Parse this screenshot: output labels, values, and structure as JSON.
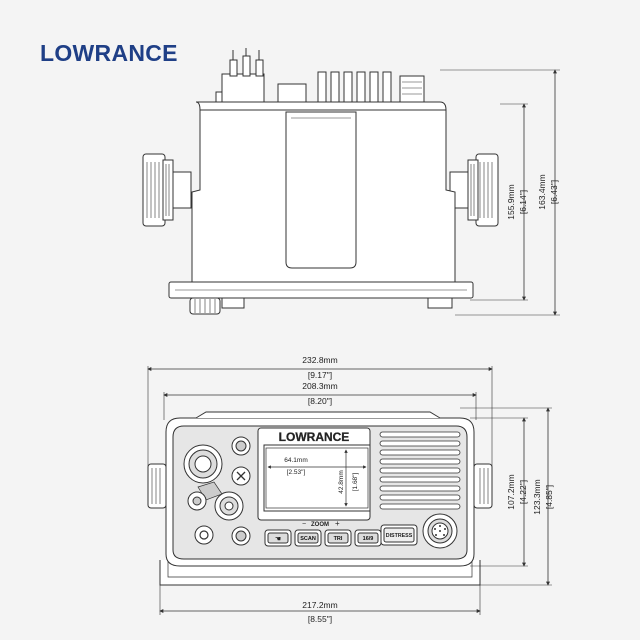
{
  "brand": {
    "name": "LOWRANCE"
  },
  "colors": {
    "brand": "#1f3f86",
    "line": "#333333",
    "body": "#ffffff",
    "panel": "#e6e6e6"
  },
  "top_view": {
    "height_body": {
      "mm": "155.9mm",
      "in": "[6.14\"]"
    },
    "height_total": {
      "mm": "163.4mm",
      "in": "[6.43\"]"
    }
  },
  "front_view": {
    "width_total": {
      "mm": "232.8mm",
      "in": "[9.17\"]"
    },
    "width_body": {
      "mm": "208.3mm",
      "in": "[8.20\"]"
    },
    "width_bracket": {
      "mm": "217.2mm",
      "in": "[8.55\"]"
    },
    "height_body": {
      "mm": "107.2mm",
      "in": "[4.22\"]"
    },
    "height_total": {
      "mm": "123.3mm",
      "in": "[4.85\"]"
    },
    "screen_width": {
      "mm": "64.1mm",
      "in": "[2.53\"]"
    },
    "screen_height": {
      "mm": "42.8mm",
      "in": "[1.68\"]"
    },
    "display_logo": "LOWRANCE",
    "zoom_label": "ZOOM",
    "zoom_minus": "−",
    "zoom_plus": "+",
    "buttons": [
      "SCAN",
      "TRI",
      "16/9"
    ],
    "distress_label": "DISTRESS"
  }
}
